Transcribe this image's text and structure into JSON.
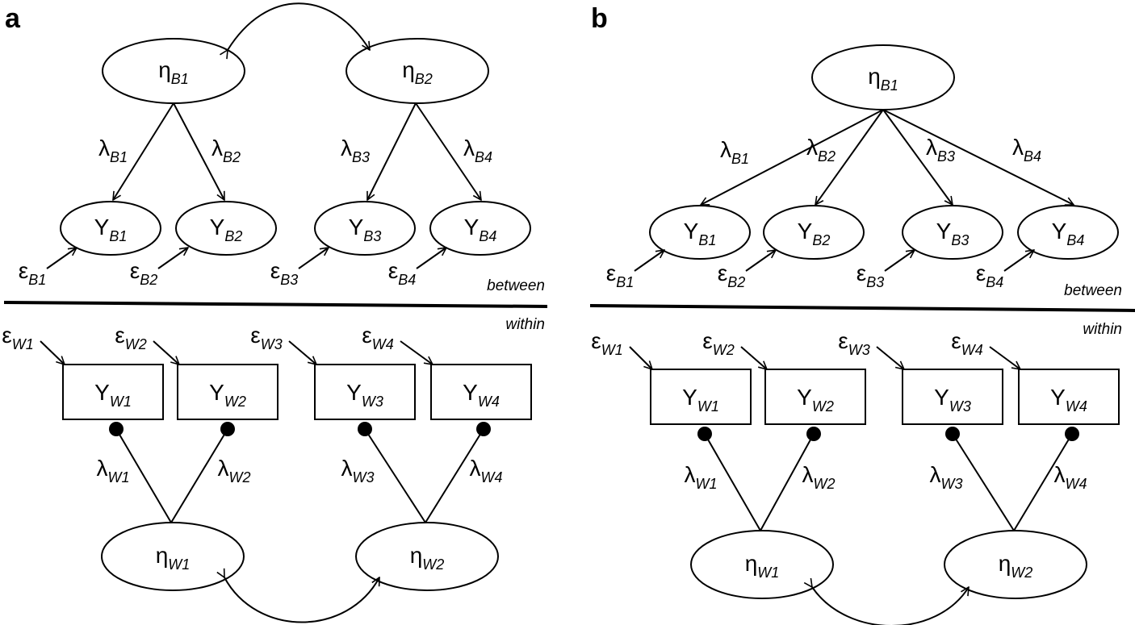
{
  "panels": [
    {
      "id": "a",
      "label": "a",
      "latent_between": [
        {
          "id": "B1",
          "symbol": "η",
          "subscript": "B1"
        },
        {
          "id": "B2",
          "symbol": "η",
          "subscript": "B2"
        }
      ],
      "observed_between": [
        {
          "id": "YB1",
          "symbol": "Y",
          "subscript": "B1"
        },
        {
          "id": "YB2",
          "symbol": "Y",
          "subscript": "B2"
        },
        {
          "id": "YB3",
          "symbol": "Y",
          "subscript": "B3"
        },
        {
          "id": "YB4",
          "symbol": "Y",
          "subscript": "B4"
        }
      ],
      "loadings_between": [
        {
          "symbol": "λ",
          "subscript": "B1"
        },
        {
          "symbol": "λ",
          "subscript": "B2"
        },
        {
          "symbol": "λ",
          "subscript": "B3"
        },
        {
          "symbol": "λ",
          "subscript": "B4"
        }
      ],
      "errors_between": [
        {
          "symbol": "ε",
          "subscript": "B1"
        },
        {
          "symbol": "ε",
          "subscript": "B2"
        },
        {
          "symbol": "ε",
          "subscript": "B3"
        },
        {
          "symbol": "ε",
          "subscript": "B4"
        }
      ],
      "between_label": "between",
      "within_label": "within",
      "errors_within": [
        {
          "symbol": "ε",
          "subscript": "W1"
        },
        {
          "symbol": "ε",
          "subscript": "W2"
        },
        {
          "symbol": "ε",
          "subscript": "W3"
        },
        {
          "symbol": "ε",
          "subscript": "W4"
        }
      ],
      "observed_within": [
        {
          "symbol": "Y",
          "subscript": "W1"
        },
        {
          "symbol": "Y",
          "subscript": "W2"
        },
        {
          "symbol": "Y",
          "subscript": "W3"
        },
        {
          "symbol": "Y",
          "subscript": "W4"
        }
      ],
      "loadings_within": [
        {
          "symbol": "λ",
          "subscript": "W1"
        },
        {
          "symbol": "λ",
          "subscript": "W2"
        },
        {
          "symbol": "λ",
          "subscript": "W3"
        },
        {
          "symbol": "λ",
          "subscript": "W4"
        }
      ],
      "latent_within": [
        {
          "symbol": "η",
          "subscript": "W1"
        },
        {
          "symbol": "η",
          "subscript": "W2"
        }
      ]
    },
    {
      "id": "b",
      "label": "b",
      "latent_between": [
        {
          "id": "B1",
          "symbol": "η",
          "subscript": "B1"
        }
      ],
      "observed_between": [
        {
          "id": "YB1",
          "symbol": "Y",
          "subscript": "B1"
        },
        {
          "id": "YB2",
          "symbol": "Y",
          "subscript": "B2"
        },
        {
          "id": "YB3",
          "symbol": "Y",
          "subscript": "B3"
        },
        {
          "id": "YB4",
          "symbol": "Y",
          "subscript": "B4"
        }
      ],
      "loadings_between": [
        {
          "symbol": "λ",
          "subscript": "B1"
        },
        {
          "symbol": "λ",
          "subscript": "B2"
        },
        {
          "symbol": "λ",
          "subscript": "B3"
        },
        {
          "symbol": "λ",
          "subscript": "B4"
        }
      ],
      "errors_between": [
        {
          "symbol": "ε",
          "subscript": "B1"
        },
        {
          "symbol": "ε",
          "subscript": "B2"
        },
        {
          "symbol": "ε",
          "subscript": "B3"
        },
        {
          "symbol": "ε",
          "subscript": "B4"
        }
      ],
      "between_label": "between",
      "within_label": "within",
      "errors_within": [
        {
          "symbol": "ε",
          "subscript": "W1"
        },
        {
          "symbol": "ε",
          "subscript": "W2"
        },
        {
          "symbol": "ε",
          "subscript": "W3"
        },
        {
          "symbol": "ε",
          "subscript": "W4"
        }
      ],
      "observed_within": [
        {
          "symbol": "Y",
          "subscript": "W1"
        },
        {
          "symbol": "Y",
          "subscript": "W2"
        },
        {
          "symbol": "Y",
          "subscript": "W3"
        },
        {
          "symbol": "Y",
          "subscript": "W4"
        }
      ],
      "loadings_within": [
        {
          "symbol": "λ",
          "subscript": "W1"
        },
        {
          "symbol": "λ",
          "subscript": "W2"
        },
        {
          "symbol": "λ",
          "subscript": "W3"
        },
        {
          "symbol": "λ",
          "subscript": "W4"
        }
      ],
      "latent_within": [
        {
          "symbol": "η",
          "subscript": "W1"
        },
        {
          "symbol": "η",
          "subscript": "W2"
        }
      ]
    }
  ]
}
